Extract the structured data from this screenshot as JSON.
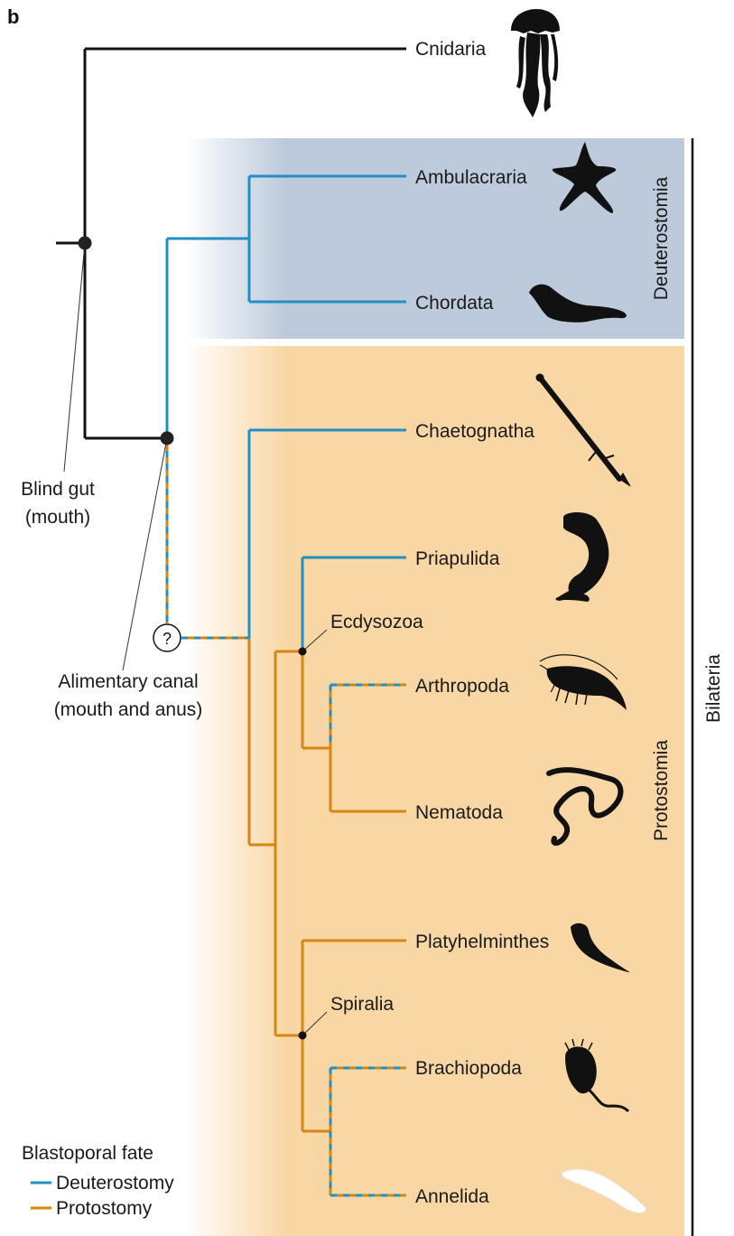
{
  "panel_letter": "b",
  "taxa": {
    "cnidaria": "Cnidaria",
    "ambulacraria": "Ambulacraria",
    "chordata": "Chordata",
    "chaetognatha": "Chaetognatha",
    "priapulida": "Priapulida",
    "arthropoda": "Arthropoda",
    "nematoda": "Nematoda",
    "platyhelminthes": "Platyhelminthes",
    "brachiopoda": "Brachiopoda",
    "annelida": "Annelida"
  },
  "clades": {
    "deuterostomia": "Deuterostomia",
    "protostomia": "Protostomia",
    "bilateria": "Bilateria",
    "ecdysozoa": "Ecdysozoa",
    "spiralia": "Spiralia"
  },
  "annotations": {
    "blind_gut_line1": "Blind gut",
    "blind_gut_line2": "(mouth)",
    "alimentary_line1": "Alimentary canal",
    "alimentary_line2": "(mouth and anus)",
    "unknown_node": "?"
  },
  "legend": {
    "title": "Blastoporal fate",
    "deuterostomy": "Deuterostomy",
    "protostomy": "Protostomy"
  },
  "colors": {
    "deuterostomy": "#1f8fc4",
    "protostomy": "#d98512",
    "stem": "#111111",
    "deuterostomia_bg": "#bccadc",
    "protostomia_bg": "#f9d7a5"
  },
  "icons": [
    "jellyfish-icon",
    "starfish-icon",
    "seal-icon",
    "arrow-worm-icon",
    "priapulid-icon",
    "shrimp-icon",
    "nematode-icon",
    "flatworm-icon",
    "brachiopod-icon",
    "annelid-icon"
  ]
}
